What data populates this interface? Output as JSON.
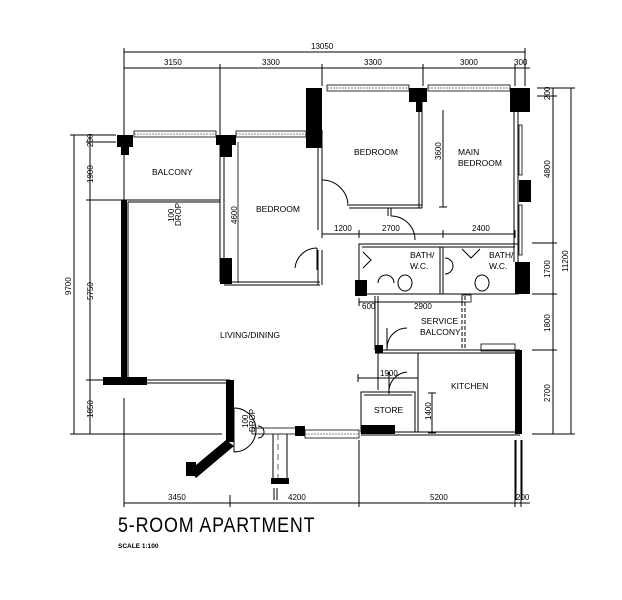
{
  "plan": {
    "title": "5-ROOM APARTMENT",
    "scale": "SCALE   1:100"
  },
  "rooms": {
    "balcony": "BALCONY",
    "bedroom1": "BEDROOM",
    "bedroom2": "BEDROOM",
    "main_bedroom_l1": "MAIN",
    "main_bedroom_l2": "BEDROOM",
    "bath1_l1": "BATH/",
    "bath1_l2": "W.C.",
    "bath2_l1": "BATH/",
    "bath2_l2": "W.C.",
    "service_balcony_l1": "SERVICE",
    "service_balcony_l2": "BALCONY",
    "living_dining": "LIVING/DINING",
    "kitchen": "KITCHEN",
    "store": "STORE"
  },
  "notes": {
    "drop1_a": "100",
    "drop1_b": "DROP",
    "drop2_a": "100",
    "drop2_b": "DROP"
  },
  "dimensions": {
    "top_total": "13050",
    "top": [
      "3150",
      "3300",
      "3300",
      "3000",
      "300"
    ],
    "bottom": [
      "3450",
      "4200",
      "5200",
      "200"
    ],
    "left_total": "9700",
    "left": [
      "200",
      "1900",
      "5750",
      "1850"
    ],
    "right_total": "11200",
    "right": [
      "200",
      "4800",
      "1700",
      "1800",
      "2700"
    ],
    "interior": {
      "bedroom_depth": "4600",
      "main_bedroom_depth": "3600",
      "corridor_1200": "1200",
      "corridor_2700": "2700",
      "corridor_2400": "2400",
      "service_600": "600",
      "service_2900": "2900",
      "store_width": "1900",
      "store_depth": "1400"
    }
  }
}
